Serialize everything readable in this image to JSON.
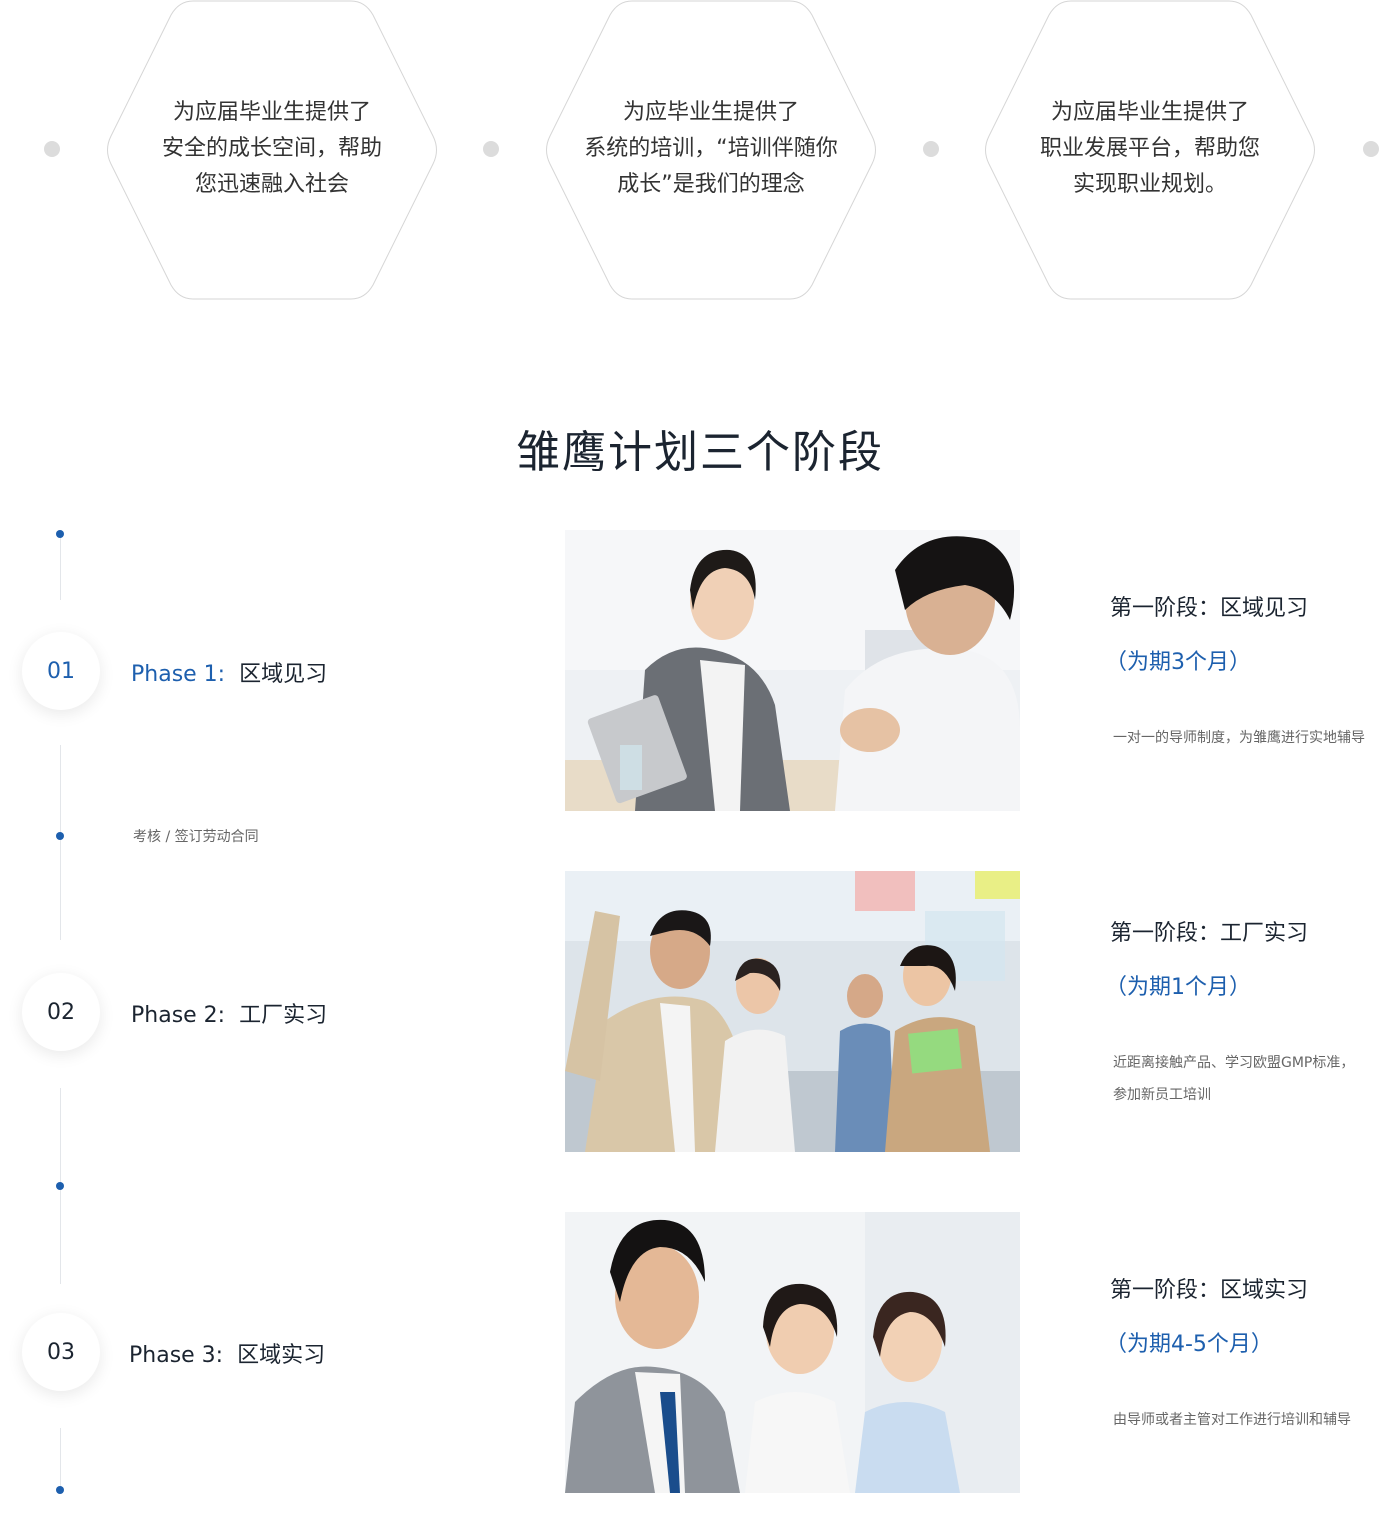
{
  "hexagons": [
    {
      "lines": [
        "为应届毕业生提供了",
        "安全的成长空间，帮助",
        "您迅速融入社会"
      ]
    },
    {
      "lines": [
        "为应毕业生提供了",
        "系统的培训，“培训伴随你",
        "成长”是我们的理念"
      ]
    },
    {
      "lines": [
        "为应届毕业生提供了",
        "职业发展平台，帮助您",
        "实现职业规划。"
      ]
    }
  ],
  "section_title": "雏鹰计划三个阶段",
  "phases": [
    {
      "num": "01",
      "label": "Phase 1:",
      "name": "区域见习"
    },
    {
      "num": "02",
      "label": "Phase 2:",
      "name": "工厂实习"
    },
    {
      "num": "03",
      "label": "Phase 3:",
      "name": "区域实习"
    }
  ],
  "timeline_note": "考核 / 签订劳动合同",
  "stages": [
    {
      "title": "第一阶段：区域见习",
      "duration": "（为期3个月）",
      "desc": [
        "一对一的导师制度，为雏鹰进行实地辅导"
      ]
    },
    {
      "title": "第一阶段：工厂实习",
      "duration": "（为期1个月）",
      "desc": [
        "近距离接触产品、学习欧盟GMP标准，",
        "参加新员工培训"
      ]
    },
    {
      "title": "第一阶段：区域实习",
      "duration": "（为期4-5个月）",
      "desc": [
        "由导师或者主管对工作进行培训和辅导"
      ]
    }
  ],
  "colors": {
    "accent": "#1d5fae",
    "dot": "#dcdcdc",
    "line": "#e3e6ea"
  }
}
